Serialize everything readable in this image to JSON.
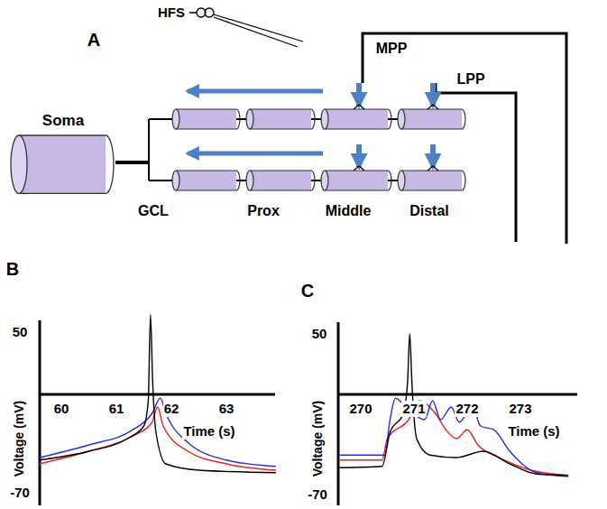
{
  "diagram": {
    "nodes": [
      {
        "text": [
          "Soma"
        ]
      }
    ],
    "labels": [
      "A",
      "HFS",
      "MPP",
      "LPP",
      "GCL",
      "Prox",
      "Middle",
      "Distal",
      "B",
      "50",
      "Voltage (mV)",
      "-70",
      "60",
      "61",
      "62",
      "63",
      "Time (s)",
      "C",
      "50",
      "Voltage (mV)",
      "-70",
      "270",
      "271",
      "272",
      "273",
      "Time (s)"
    ]
  }
}
